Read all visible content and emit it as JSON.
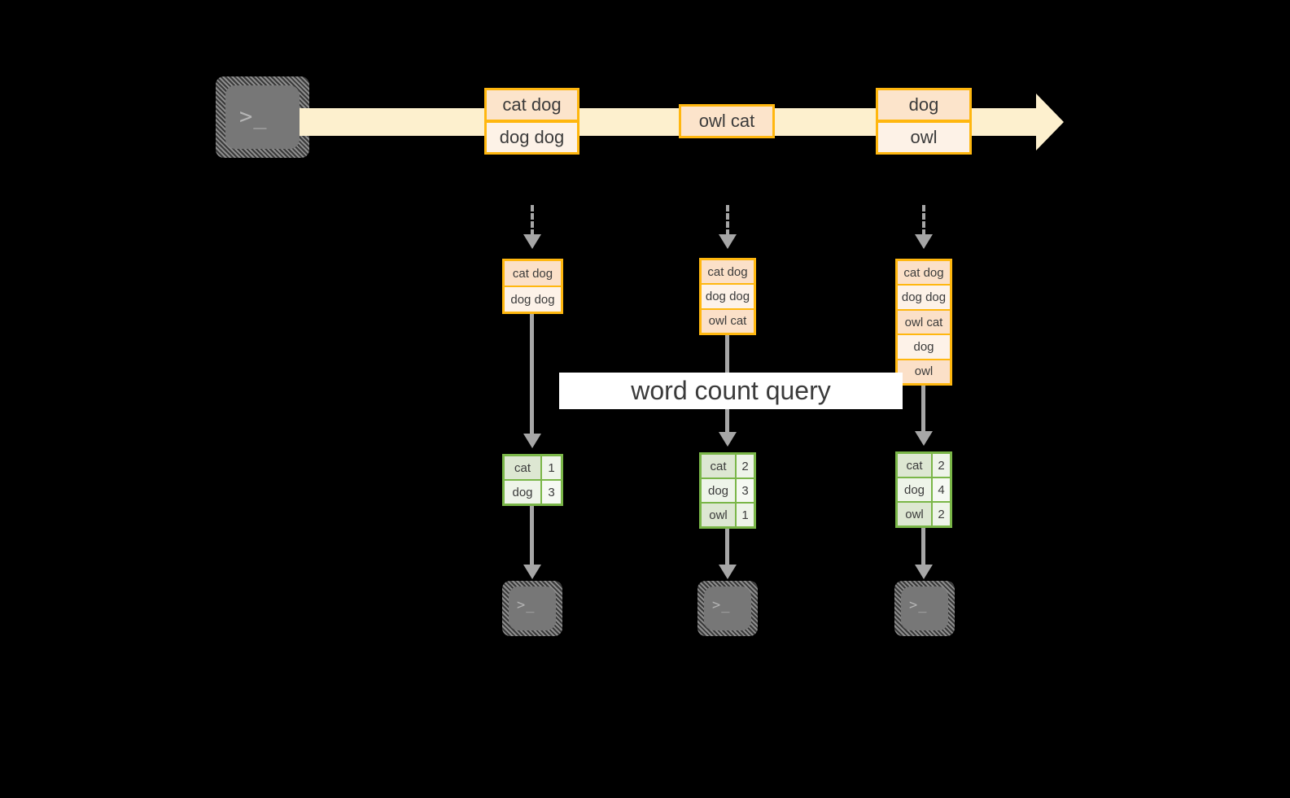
{
  "diagram": {
    "title": "word count query",
    "colors": {
      "background": "#000000",
      "stream_fill": "#fdf0ce",
      "message_border": "#ffb70f",
      "message_fill_dark": "#fce4cb",
      "message_fill_light": "#fdf2e7",
      "table_border": "#7ab648",
      "table_fill_dark": "#dde7d2",
      "table_fill_light": "#eef4e9",
      "arrow_gray": "#a6a6a6",
      "terminal_gray": "#777777",
      "banner_fill": "#ffffff"
    },
    "producer": {
      "icon": "terminal-icon",
      "prompt": ">_"
    },
    "stream": {
      "messages": [
        {
          "lines": [
            "cat dog",
            "dog dog"
          ]
        },
        {
          "lines": [
            "owl cat"
          ]
        },
        {
          "lines": [
            "dog",
            "owl"
          ]
        }
      ]
    },
    "snapshots": [
      {
        "label": "snapshot-1",
        "messages": [
          "cat dog",
          "dog dog"
        ],
        "counts": {
          "rows": [
            {
              "word": "cat",
              "count": "1"
            },
            {
              "word": "dog",
              "count": "3"
            }
          ]
        },
        "consumer": {
          "icon": "terminal-icon",
          "prompt": ">_"
        }
      },
      {
        "label": "snapshot-2",
        "messages": [
          "cat dog",
          "dog dog",
          "owl cat"
        ],
        "counts": {
          "rows": [
            {
              "word": "cat",
              "count": "2"
            },
            {
              "word": "dog",
              "count": "3"
            },
            {
              "word": "owl",
              "count": "1"
            }
          ]
        },
        "consumer": {
          "icon": "terminal-icon",
          "prompt": ">_"
        }
      },
      {
        "label": "snapshot-3",
        "messages": [
          "cat dog",
          "dog dog",
          "owl cat",
          "dog",
          "owl"
        ],
        "counts": {
          "rows": [
            {
              "word": "cat",
              "count": "2"
            },
            {
              "word": "dog",
              "count": "4"
            },
            {
              "word": "owl",
              "count": "2"
            }
          ]
        },
        "consumer": {
          "icon": "terminal-icon",
          "prompt": ">_"
        }
      }
    ]
  }
}
